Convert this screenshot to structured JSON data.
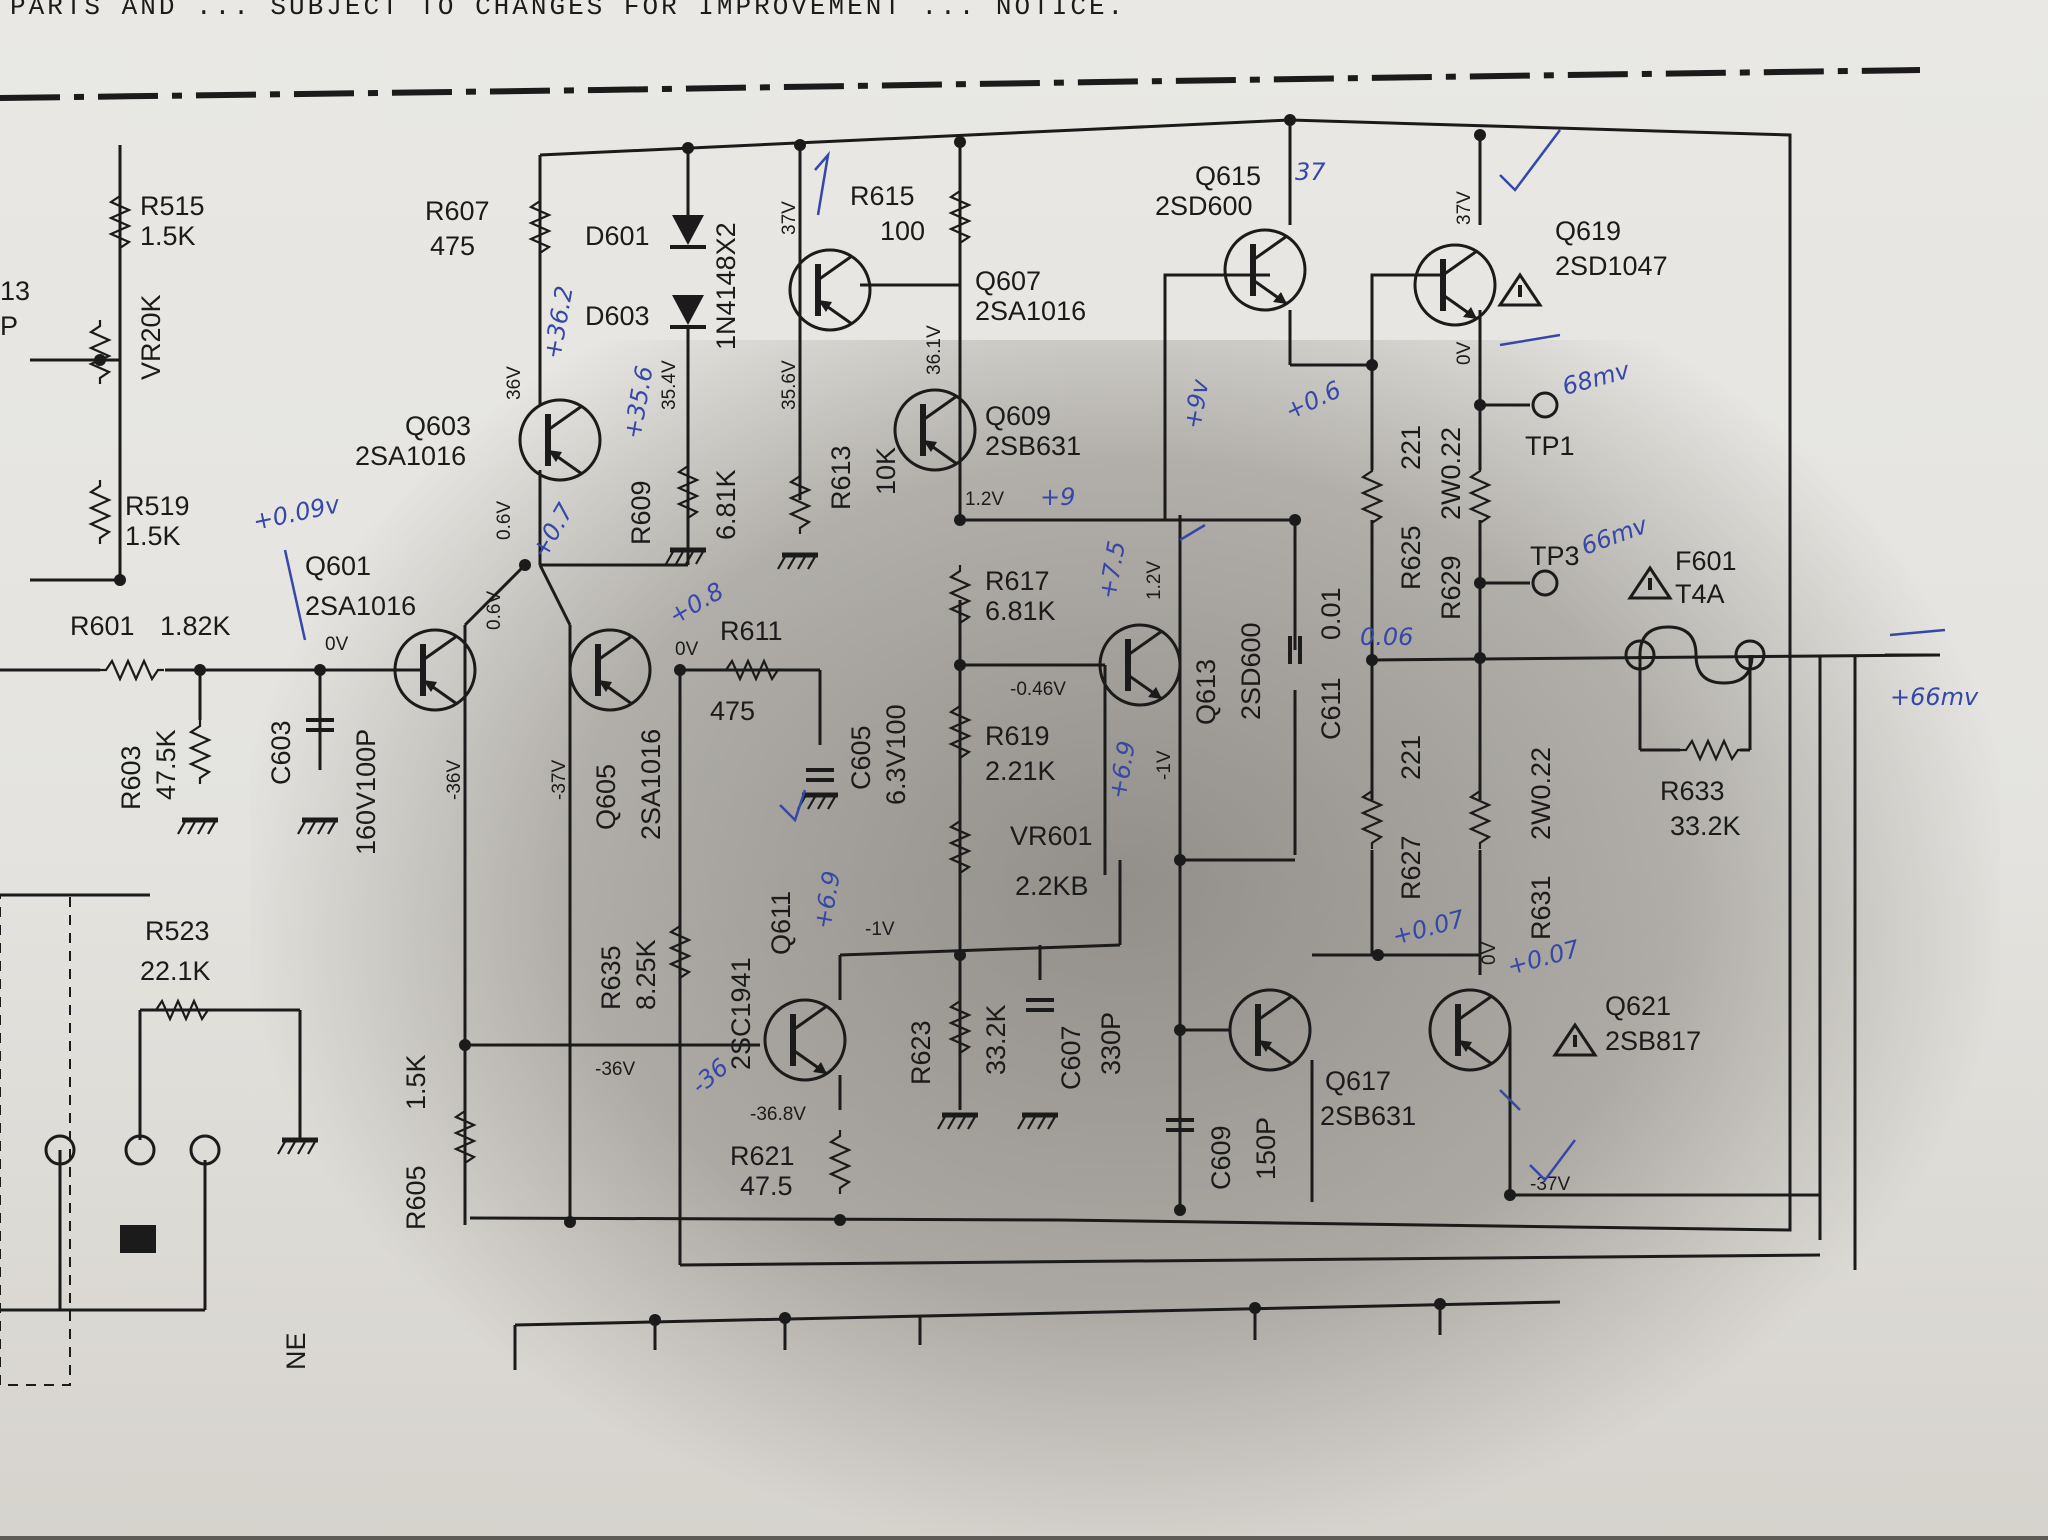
{
  "header": {
    "text": "PARTS AND ... SUBJECT TO CHANGES FOR IMPROVEMENT ... NOTICE."
  },
  "components": {
    "R515": [
      "R515",
      "1.5K"
    ],
    "VR20K": "VR20K",
    "R519": [
      "R519",
      "1.5K"
    ],
    "R607": [
      "R607",
      "475"
    ],
    "D601": "D601",
    "D603": "D603",
    "diode_part": "1N4148X2",
    "R609": [
      "R609",
      "6.81K"
    ],
    "R615": [
      "R615",
      "100"
    ],
    "Q607": [
      "Q607",
      "2SA1016"
    ],
    "Q609": [
      "Q609",
      "2SB631"
    ],
    "R613": [
      "R613",
      "10K"
    ],
    "Q603": [
      "Q603",
      "2SA1016"
    ],
    "Q601": [
      "Q601",
      "2SA1016"
    ],
    "R601": [
      "R601",
      "1.82K"
    ],
    "R603": [
      "R603",
      "47.5K"
    ],
    "C603": [
      "C603",
      "160V100P"
    ],
    "Q605": [
      "Q605",
      "2SA1016"
    ],
    "R611": [
      "R611",
      "475"
    ],
    "C605": [
      "C605",
      "6.3V100"
    ],
    "R617": [
      "R617",
      "6.81K"
    ],
    "R619": [
      "R619",
      "2.21K"
    ],
    "VR601": [
      "VR601",
      "2.2KB"
    ],
    "R623": [
      "R623",
      "33.2K"
    ],
    "C607": [
      "C607",
      "330P"
    ],
    "Q611": [
      "Q611",
      "2SC1941"
    ],
    "R621": [
      "R621",
      "47.5"
    ],
    "R635": [
      "R635",
      "8.25K"
    ],
    "R605": [
      "R605",
      "1.5K"
    ],
    "R523": [
      "R523",
      "22.1K"
    ],
    "Q615": [
      "Q615",
      "2SD600"
    ],
    "Q613": [
      "Q613",
      "2SD600"
    ],
    "C611": [
      "C611",
      "0.01"
    ],
    "C609": [
      "C609",
      "150P"
    ],
    "Q617": [
      "Q617",
      "2SB631"
    ],
    "Q619": [
      "Q619",
      "2SD1047"
    ],
    "R625": [
      "R625",
      "221"
    ],
    "R629": [
      "R629",
      "2W0.22"
    ],
    "TP1": "TP1",
    "TP3": "TP3",
    "F601": [
      "F601",
      "T4A"
    ],
    "R633": [
      "R633",
      "33.2K"
    ],
    "R627": [
      "R627",
      "221"
    ],
    "R631": [
      "R631",
      "2W0.22"
    ],
    "Q621": [
      "Q621",
      "2SB817"
    ],
    "left_13": "13",
    "left_P": "P",
    "NE": "NE"
  },
  "voltages": {
    "v37a": "37V",
    "v36_1": "36.1V",
    "v35_6": "35.6V",
    "v35_4": "35.4V",
    "v36": "36V",
    "v0_6a": "0.6V",
    "v0_6b": "0.6V",
    "v0a": "0V",
    "v0b": "0V",
    "v_36a": "-36V",
    "v_37a": "-37V",
    "v1_2a": "1.2V",
    "v1_2b": "1.2V",
    "v_046": "-0.46V",
    "v_1a": "-1V",
    "v_1b": "-1V",
    "v_36b": "-36V",
    "v_368": "-36.8V",
    "v37b": "37V",
    "v0c": "0V",
    "v0d": "0V",
    "v_37b": "-37V"
  },
  "handwritten": {
    "h1": "+0.09v",
    "h2": "+0.7",
    "h3": "+36.2",
    "h4": "+35.6",
    "h5": "+0.8",
    "h6": "+9",
    "h7": "+9v",
    "h8": "+0.6",
    "h9": "+7.5",
    "h10": "+6.9",
    "h11": "+6.9",
    "h12": "0.06",
    "h13": "68mv",
    "h14": "66mv",
    "h15": "+66mv",
    "h16": "+0.07",
    "h17": "+0.07",
    "h18": "-36",
    "h19": "37"
  },
  "colors": {
    "ink": "#1b1b1b",
    "pen": "#3548a8",
    "paper": "#e6e5e1"
  }
}
